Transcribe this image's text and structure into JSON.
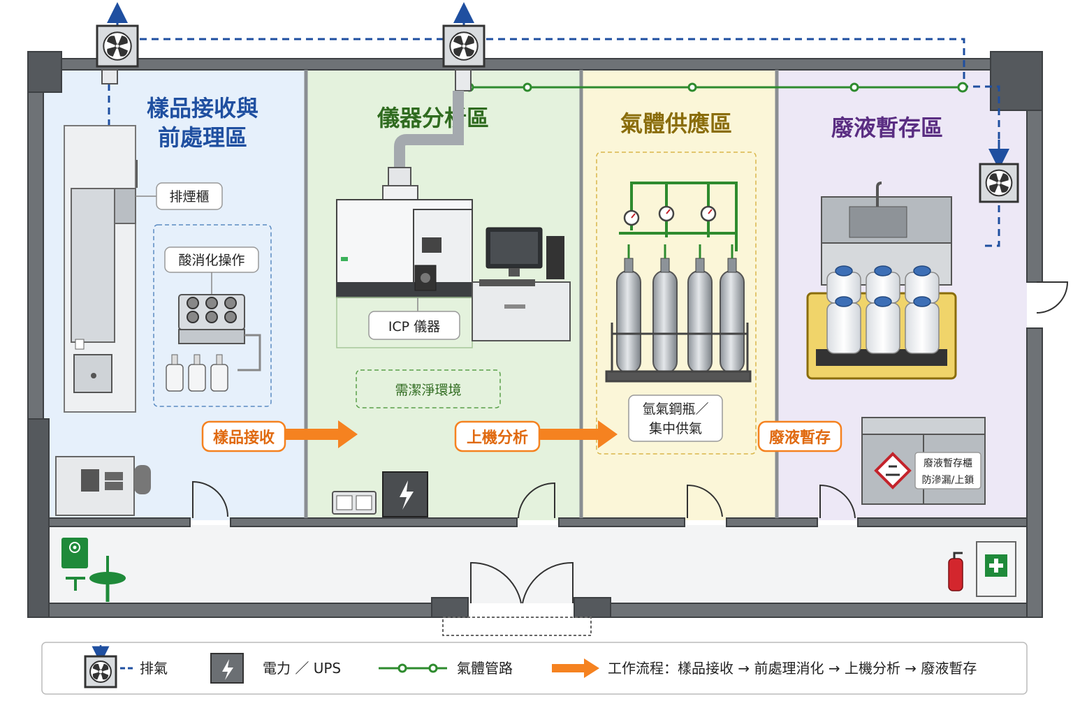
{
  "zones": {
    "sample": {
      "title_line1": "樣品接收與",
      "title_line2": "前處理區",
      "color": "#1f4fa0"
    },
    "instrument": {
      "title": "儀器分析區",
      "color": "#2f6b1f"
    },
    "gas": {
      "title": "氣體供應區",
      "color": "#8a6d0b"
    },
    "waste": {
      "title": "廢液暫存區",
      "color": "#5a2d82"
    }
  },
  "labels": {
    "fume_hood": "排煙櫃",
    "acid_digestion": "酸消化操作",
    "icp": "ICP 儀器",
    "clean_env": "需潔淨環境",
    "cylinder_line1": "氫氣鋼瓶／",
    "cylinder_line2": "集中供氣",
    "cabinet_line1": "廢液暫存櫃",
    "cabinet_line2": "防滲漏/上鎖"
  },
  "flow": {
    "step1": "樣品接收",
    "step2": "上機分析",
    "step3": "廢液暫存"
  },
  "legend": {
    "exhaust": "排氣",
    "power": "電力 ／ UPS",
    "gas_pipe": "氣體管路",
    "workflow": "工作流程：樣品接收 → 前處理消化 → 上機分析 → 廢液暫存"
  },
  "colors": {
    "exhaust_line": "#1f4fa0",
    "gas_line": "#2e8b2e",
    "flow_arrow": "#f58220"
  }
}
